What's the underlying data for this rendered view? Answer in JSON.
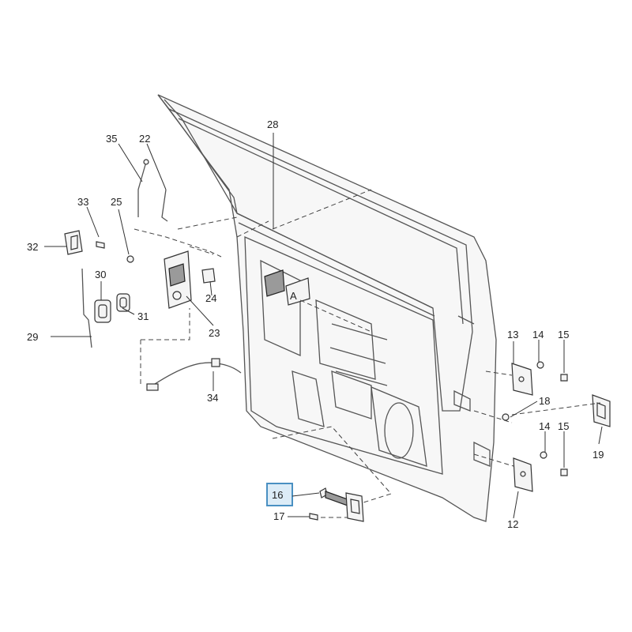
{
  "callouts": {
    "c12": "12",
    "c13": "13",
    "c14a": "14",
    "c14b": "14",
    "c15a": "15",
    "c15b": "15",
    "c16": "16",
    "c17": "17",
    "c18": "18",
    "c19": "19",
    "c22": "22",
    "c23": "23",
    "c24": "24",
    "c25": "25",
    "c28": "28",
    "c29": "29",
    "c30": "30",
    "c31": "31",
    "c32": "32",
    "c33": "33",
    "c34": "34",
    "c35": "35"
  },
  "highlighted_callout": "16",
  "colors": {
    "highlight_border": "#4a90c2",
    "highlight_fill": "#dcecf7"
  }
}
